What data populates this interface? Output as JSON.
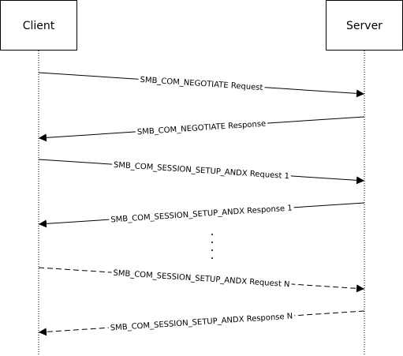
{
  "actors": [
    {
      "id": "client",
      "label": "Client"
    },
    {
      "id": "server",
      "label": "Server"
    }
  ],
  "messages": [
    {
      "label": "SMB_COM_NEGOTIATE Request",
      "from": "client",
      "to": "server",
      "style": "solid"
    },
    {
      "label": "SMB_COM_NEGOTIATE Response",
      "from": "server",
      "to": "client",
      "style": "solid"
    },
    {
      "label": "SMB_COM_SESSION_SETUP_ANDX Request 1",
      "from": "client",
      "to": "server",
      "style": "solid"
    },
    {
      "label": "SMB_COM_SESSION_SETUP_ANDX Response 1",
      "from": "server",
      "to": "client",
      "style": "solid"
    },
    {
      "label": "SMB_COM_SESSION_SETUP_ANDX Request N",
      "from": "client",
      "to": "server",
      "style": "dashed"
    },
    {
      "label": "SMB_COM_SESSION_SETUP_ANDX Response N",
      "from": "server",
      "to": "client",
      "style": "dashed"
    }
  ],
  "ellipsis_dots": 4
}
